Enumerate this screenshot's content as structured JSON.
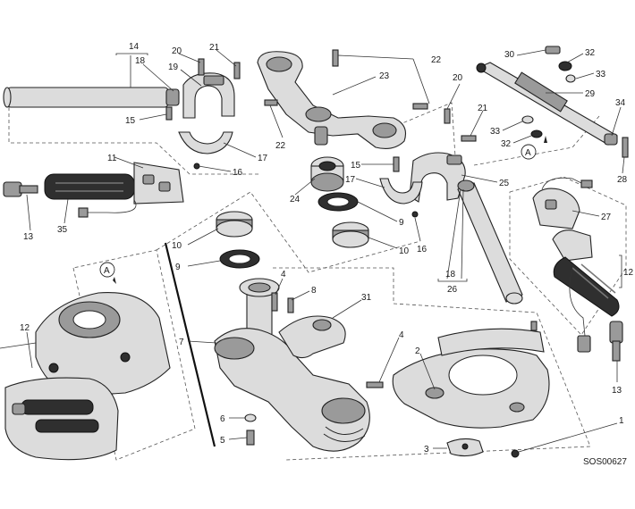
{
  "diagram": {
    "code": "SOS00627",
    "callouts": [
      {
        "id": "c14a",
        "text": "14"
      },
      {
        "id": "c18a",
        "text": "18"
      },
      {
        "id": "c15a",
        "text": "15"
      },
      {
        "id": "c20a",
        "text": "20"
      },
      {
        "id": "c21a",
        "text": "21"
      },
      {
        "id": "c19",
        "text": "19"
      },
      {
        "id": "c17a",
        "text": "17"
      },
      {
        "id": "c16a",
        "text": "16"
      },
      {
        "id": "c11",
        "text": "11"
      },
      {
        "id": "c13a",
        "text": "13"
      },
      {
        "id": "c35",
        "text": "35"
      },
      {
        "id": "c22a",
        "text": "22"
      },
      {
        "id": "c23",
        "text": "23"
      },
      {
        "id": "c22b",
        "text": "22"
      },
      {
        "id": "c24",
        "text": "24"
      },
      {
        "id": "c9a",
        "text": "9"
      },
      {
        "id": "c10a",
        "text": "10"
      },
      {
        "id": "c10b",
        "text": "10"
      },
      {
        "id": "c9b",
        "text": "9"
      },
      {
        "id": "c15b",
        "text": "15"
      },
      {
        "id": "c17b",
        "text": "17"
      },
      {
        "id": "c16b",
        "text": "16"
      },
      {
        "id": "c20b",
        "text": "20"
      },
      {
        "id": "c21b",
        "text": "21"
      },
      {
        "id": "c25",
        "text": "25"
      },
      {
        "id": "c18b",
        "text": "18"
      },
      {
        "id": "c26",
        "text": "26"
      },
      {
        "id": "c30",
        "text": "30"
      },
      {
        "id": "c32a",
        "text": "32"
      },
      {
        "id": "c33a",
        "text": "33"
      },
      {
        "id": "c29",
        "text": "29"
      },
      {
        "id": "c33b",
        "text": "33"
      },
      {
        "id": "c32b",
        "text": "32"
      },
      {
        "id": "c34",
        "text": "34"
      },
      {
        "id": "c28",
        "text": "28"
      },
      {
        "id": "c27",
        "text": "27"
      },
      {
        "id": "c12a",
        "text": "12"
      },
      {
        "id": "c13b",
        "text": "13"
      },
      {
        "id": "c12b",
        "text": "12"
      },
      {
        "id": "c7",
        "text": "7"
      },
      {
        "id": "c4a",
        "text": "4"
      },
      {
        "id": "c8",
        "text": "8"
      },
      {
        "id": "c31",
        "text": "31"
      },
      {
        "id": "c4b",
        "text": "4"
      },
      {
        "id": "c2",
        "text": "2"
      },
      {
        "id": "c1",
        "text": "1"
      },
      {
        "id": "c3",
        "text": "3"
      },
      {
        "id": "c6",
        "text": "6"
      },
      {
        "id": "c5",
        "text": "5"
      }
    ],
    "ref_markers": [
      {
        "id": "refA1",
        "text": "A"
      },
      {
        "id": "refA2",
        "text": "A"
      }
    ]
  }
}
